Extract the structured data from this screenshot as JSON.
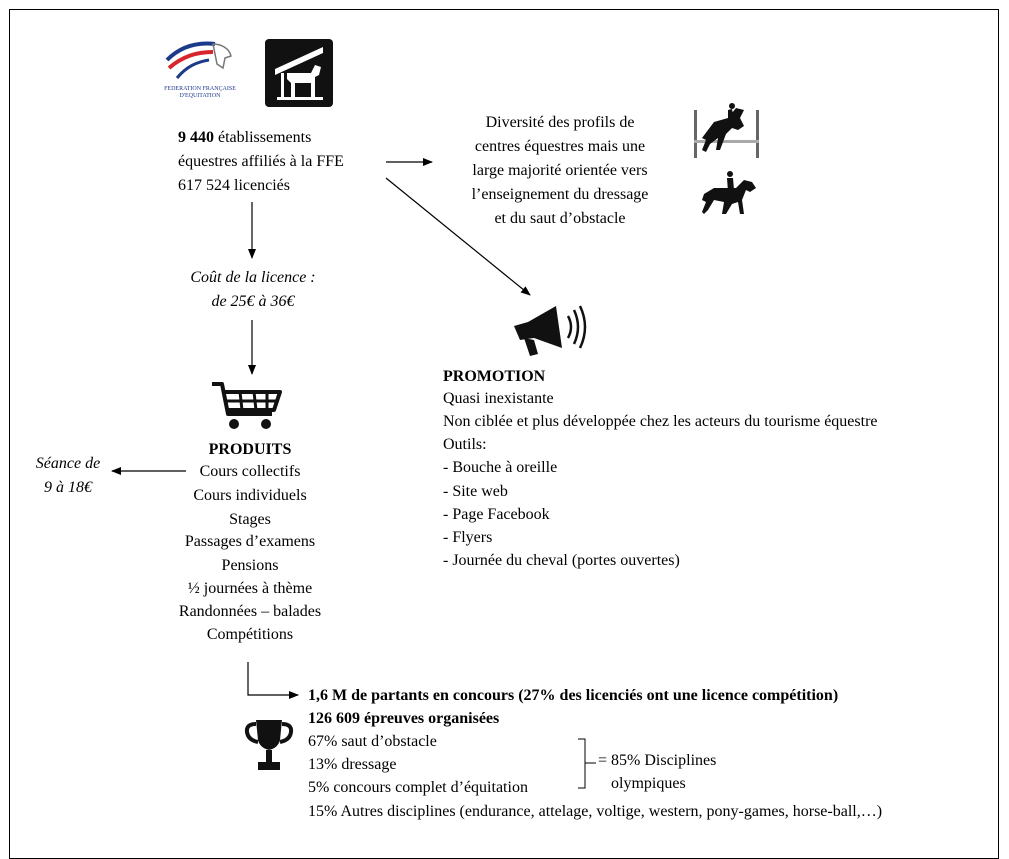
{
  "logo": {
    "federation_text": "FEDERATION FRANÇAISE D'EQUITATION",
    "brand_blue": "#1b3a8a",
    "brand_red": "#d6262b"
  },
  "ffe_block": {
    "count_bold": "9 440",
    "line1_rest": " établissements",
    "line2": "équestres affiliés à la FFE",
    "line3": "617 524 licenciés"
  },
  "diversity": {
    "lines": [
      "Diversité des profils de",
      "centres équestres mais une",
      "large majorité orientée vers",
      "l’enseignement du dressage",
      "et du saut d’obstacle"
    ]
  },
  "licence_cost": {
    "line1": "Coût de la licence :",
    "line2": "de 25€ à 36€"
  },
  "seance": {
    "line1": "Séance de",
    "line2": "9 à 18€"
  },
  "products": {
    "title": "PRODUITS",
    "items": [
      "Cours collectifs",
      "Cours individuels",
      "Stages",
      "Passages d’examens",
      "Pensions",
      "½ journées à thème",
      "Randonnées – balades",
      "Compétitions"
    ]
  },
  "promotion": {
    "title": "PROMOTION",
    "lines": [
      "Quasi inexistante",
      "Non ciblée et plus développée chez les acteurs du tourisme équestre",
      "Outils:",
      "- Bouche à oreille",
      "- Site web",
      "- Page Facebook",
      "- Flyers",
      "- Journée du cheval (portes ouvertes)"
    ]
  },
  "competition": {
    "headline": "1,6 M de partants en concours (27% des licenciés ont une licence compétition)",
    "events": "126 609 épreuves organisées",
    "disciplines": [
      "67% saut d’obstacle",
      "13% dressage",
      "5% concours complet d’équitation"
    ],
    "olympic_line1": "= 85% Disciplines",
    "olympic_line2": "olympiques",
    "other": "15% Autres disciplines (endurance, attelage, voltige, western, pony-games, horse-ball,…)"
  },
  "icons": [
    "ffe-logo-icon",
    "horse-box-icon",
    "show-jumping-icon",
    "dressage-rider-icon",
    "megaphone-icon",
    "shopping-cart-icon",
    "trophy-icon"
  ]
}
